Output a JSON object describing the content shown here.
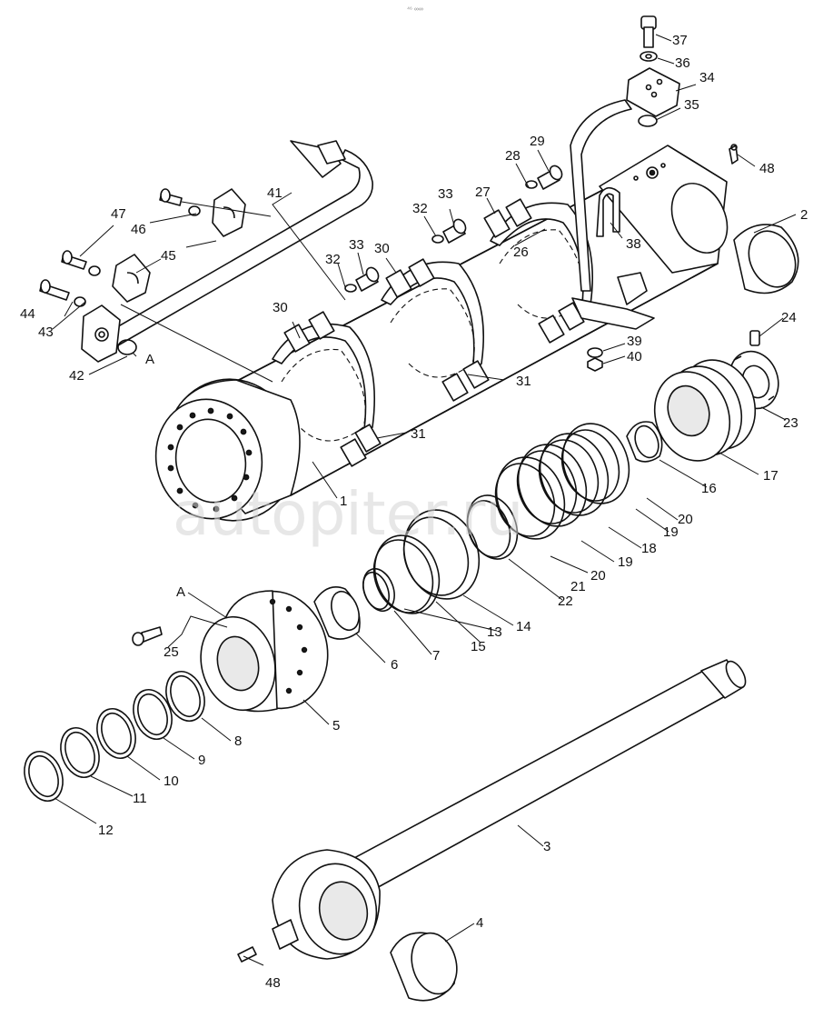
{
  "watermark": "autopiter.ru",
  "corner_mark": "⁴⁶ ∞∞",
  "callouts": {
    "c1": "1",
    "c2": "2",
    "c3": "3",
    "c4": "4",
    "c5": "5",
    "c6": "6",
    "c7": "7",
    "c8": "8",
    "c9": "9",
    "c10": "10",
    "c11": "11",
    "c12": "12",
    "c13": "13",
    "c14": "14",
    "c15": "15",
    "c16": "16",
    "c17": "17",
    "c18": "18",
    "c19a": "19",
    "c19b": "19",
    "c20a": "20",
    "c20b": "20",
    "c21": "21",
    "c22": "22",
    "c23": "23",
    "c24": "24",
    "c25": "25",
    "c26": "26",
    "c27": "27",
    "c28": "28",
    "c29": "29",
    "c30a": "30",
    "c30b": "30",
    "c31a": "31",
    "c31b": "31",
    "c32a": "32",
    "c32b": "32",
    "c33a": "33",
    "c33b": "33",
    "c34": "34",
    "c35": "35",
    "c36": "36",
    "c37": "37",
    "c38": "38",
    "c39": "39",
    "c40": "40",
    "c41": "41",
    "c42": "42",
    "c43": "43",
    "c44": "44",
    "c45": "45",
    "c46": "46",
    "c47": "47",
    "c48a": "48",
    "c48b": "48",
    "cA1": "A",
    "cA2": "A"
  }
}
